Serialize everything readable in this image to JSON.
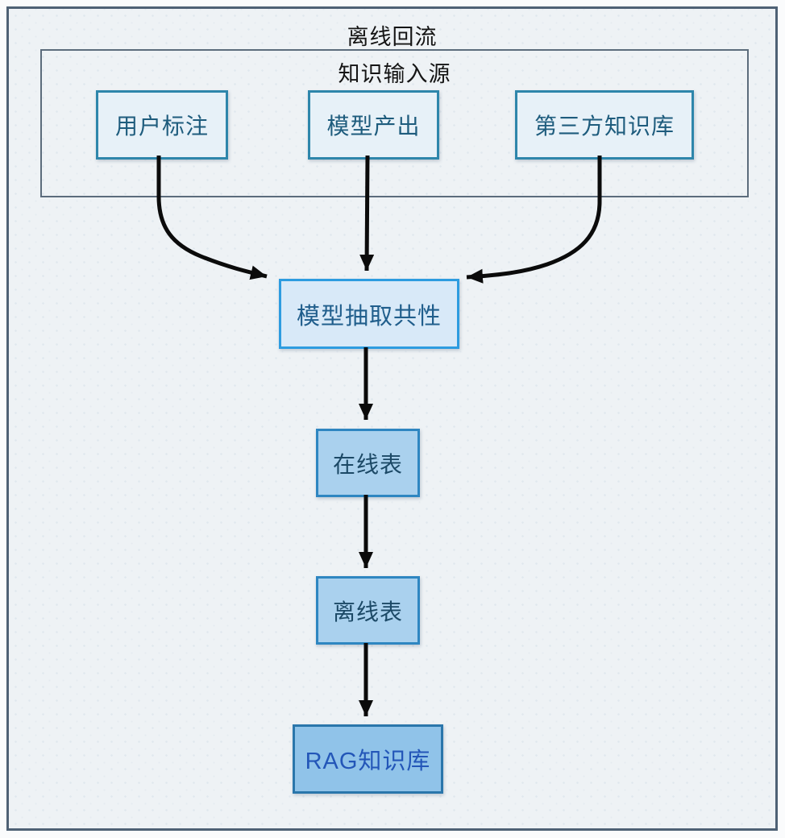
{
  "diagram": {
    "title": "离线回流",
    "input_group": {
      "title": "知识输入源",
      "nodes": [
        {
          "label": "用户标注"
        },
        {
          "label": "模型产出"
        },
        {
          "label": "第三方知识库"
        }
      ]
    },
    "flow_nodes": [
      {
        "label": "模型抽取共性"
      },
      {
        "label": "在线表"
      },
      {
        "label": "离线表"
      },
      {
        "label": "RAG知识库"
      }
    ],
    "edges": [
      {
        "from": "用户标注",
        "to": "模型抽取共性"
      },
      {
        "from": "模型产出",
        "to": "模型抽取共性"
      },
      {
        "from": "第三方知识库",
        "to": "模型抽取共性"
      },
      {
        "from": "模型抽取共性",
        "to": "在线表"
      },
      {
        "from": "在线表",
        "to": "离线表"
      },
      {
        "from": "离线表",
        "to": "RAG知识库"
      }
    ],
    "colors": {
      "outer_frame_border": "#4e6175",
      "inner_frame_border": "#5c6c7c",
      "canvas_bg": "#eef2f5",
      "source_node_border": "#2e86ab",
      "source_node_fill": "#e7f1f8",
      "source_node_text": "#1e5c7d",
      "extract_node_border": "#2d9ce0",
      "extract_node_fill": "#d8e9f8",
      "extract_node_text": "#205e8c",
      "table_node_border": "#2e86c1",
      "table_node_fill": "#aad1ee",
      "table_node_text": "#1c4966",
      "rag_node_border": "#2a76ab",
      "rag_node_fill": "#90c3e9",
      "rag_node_text": "#2356b8",
      "arrow": "#0b0b0b"
    }
  }
}
